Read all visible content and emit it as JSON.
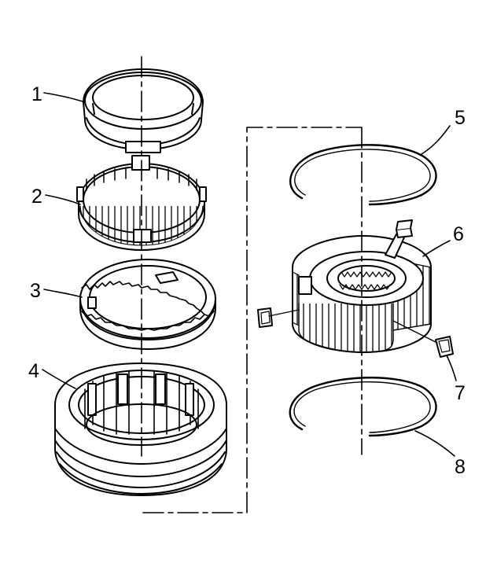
{
  "callouts": {
    "c1": "1",
    "c2": "2",
    "c3": "3",
    "c4": "4",
    "c5": "5",
    "c6": "6",
    "c7": "7",
    "c8": "8"
  },
  "colors": {
    "line": "#000000",
    "background": "#ffffff",
    "part_fill": "#ffffff"
  }
}
